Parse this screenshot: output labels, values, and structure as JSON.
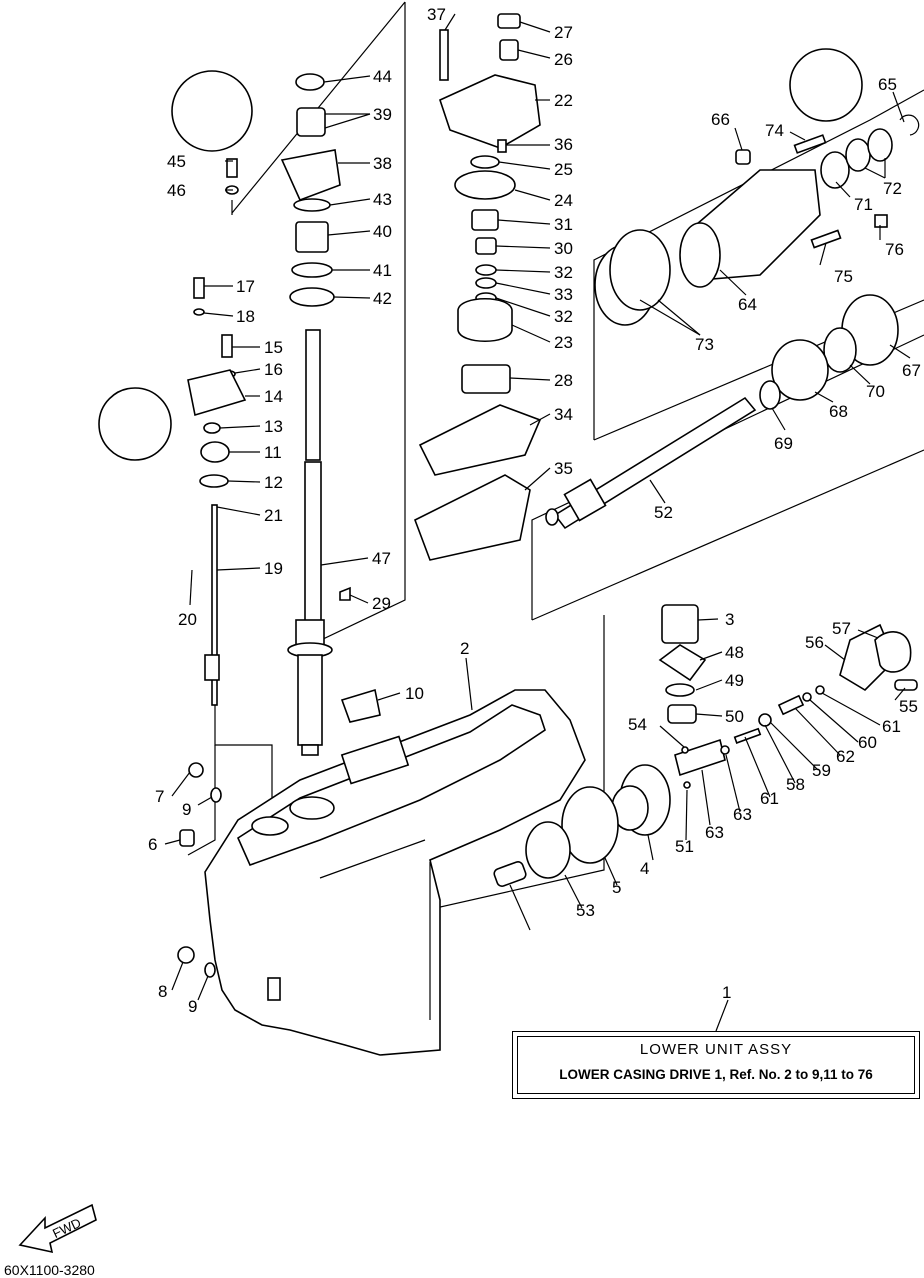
{
  "assembly": {
    "title": "LOWER UNIT ASSY",
    "subtitle": "LOWER CASING DRIVE 1, Ref. No. 2 to 9,11 to 76",
    "ref": "1"
  },
  "footer_code": "60X1100-3280",
  "fwd_label": "FWD",
  "callouts": [
    "37",
    "27",
    "26",
    "22",
    "36",
    "25",
    "24",
    "31",
    "30",
    "32",
    "33",
    "32",
    "23",
    "28",
    "34",
    "35",
    "44",
    "39",
    "45",
    "38",
    "46",
    "43",
    "40",
    "41",
    "42",
    "17",
    "18",
    "15",
    "16",
    "14",
    "13",
    "11",
    "12",
    "21",
    "19",
    "20",
    "47",
    "29",
    "10",
    "2",
    "7",
    "9",
    "6",
    "8",
    "9",
    "65",
    "66",
    "74",
    "72",
    "71",
    "76",
    "75",
    "64",
    "73",
    "67",
    "70",
    "68",
    "69",
    "52",
    "3",
    "48",
    "49",
    "50",
    "57",
    "56",
    "55",
    "61",
    "60",
    "62",
    "59",
    "58",
    "61",
    "63",
    "54",
    "63",
    "51",
    "4",
    "5",
    "53"
  ]
}
